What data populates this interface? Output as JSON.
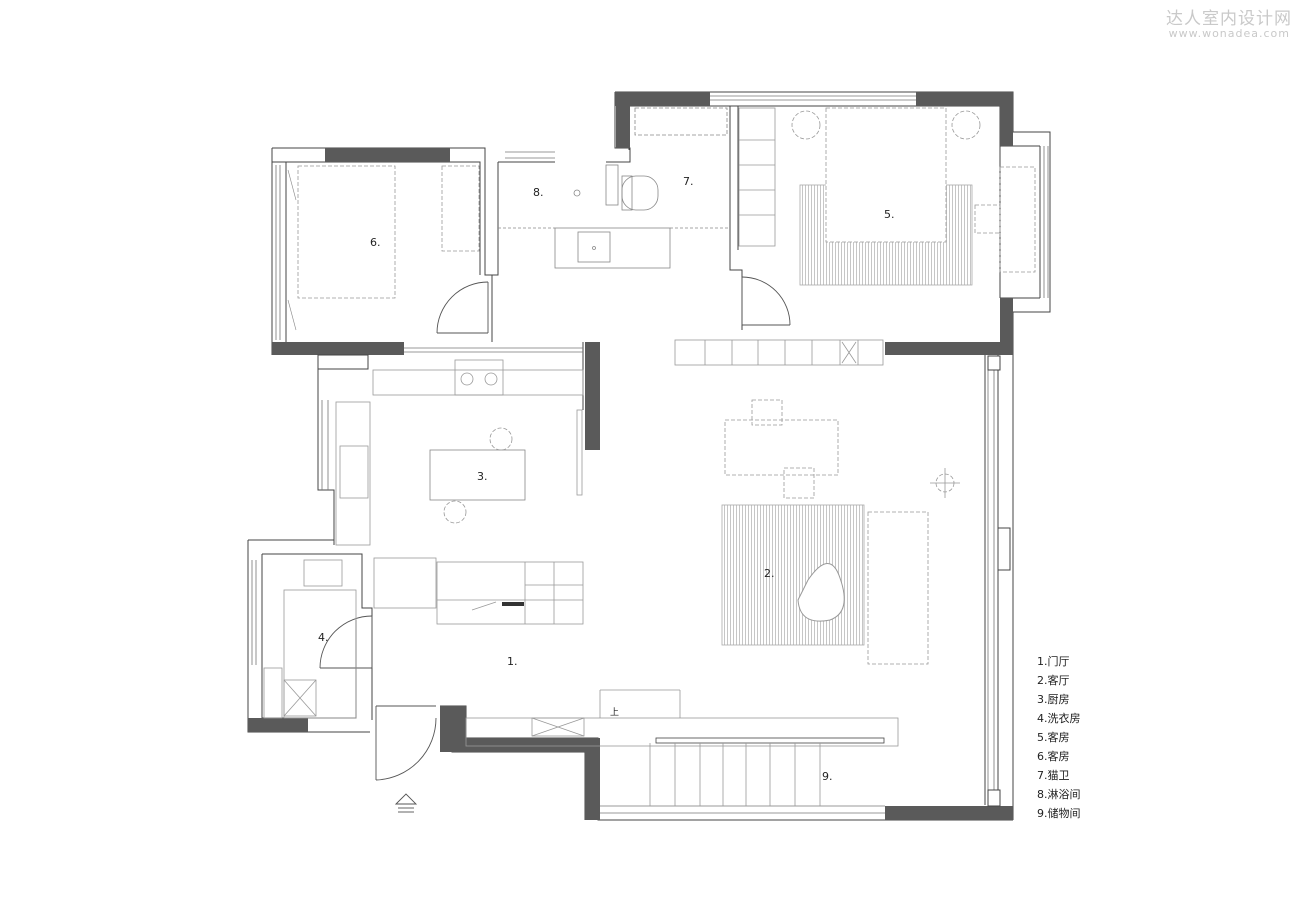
{
  "watermark": {
    "title": "达人室内设计网",
    "url": "www.wonadea.com"
  },
  "rooms": [
    {
      "id": "r1",
      "label": "1."
    },
    {
      "id": "r2",
      "label": "2."
    },
    {
      "id": "r3",
      "label": "3."
    },
    {
      "id": "r4",
      "label": "4."
    },
    {
      "id": "r5",
      "label": "5."
    },
    {
      "id": "r6",
      "label": "6."
    },
    {
      "id": "r7",
      "label": "7."
    },
    {
      "id": "r8",
      "label": "8."
    },
    {
      "id": "r9",
      "label": "9."
    }
  ],
  "legend": [
    "1.门厅",
    "2.客厅",
    "3.厨房",
    "4.洗衣房",
    "5.客房",
    "6.客房",
    "7.猫卫",
    "8.淋浴间",
    "9.储物间"
  ],
  "stair_mark": "上",
  "colors": {
    "wall": "#5a5a5a",
    "line": "#777777",
    "furniture": "#999999"
  }
}
